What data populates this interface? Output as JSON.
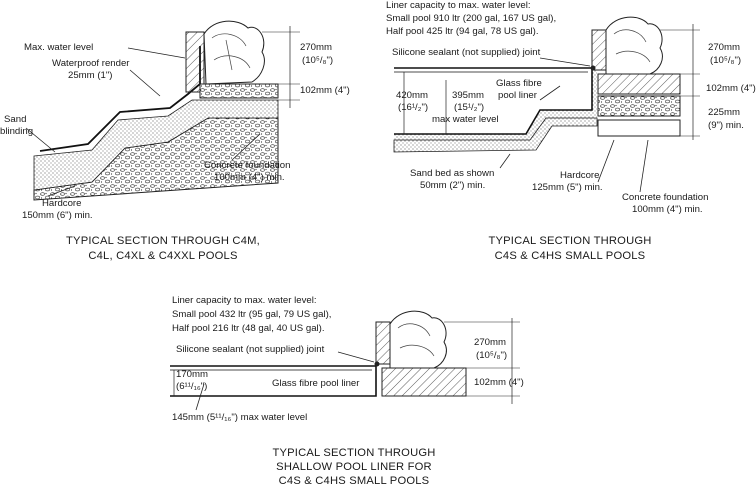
{
  "diagram_a": {
    "label_water_level": "Max. water level",
    "label_render_1": "Waterproof render",
    "label_render_2": "25mm (1\")",
    "label_sand_1": "Sand",
    "label_sand_2": "blinding",
    "label_hardcore_1": "Hardcore",
    "label_hardcore_2": "150mm (6\") min.",
    "label_foundation_1": "Concrete foundation",
    "label_foundation_2": "100mm (4\") min.",
    "dim_coping_mm": "270mm",
    "dim_coping_in": "(10⁵/₈\")",
    "dim_base": "102mm (4\")",
    "title_1": "TYPICAL SECTION THROUGH C4M,",
    "title_2": "C4L, C4XL & C4XXL POOLS"
  },
  "diagram_b": {
    "capacity_1": "Liner capacity to max. water level:",
    "capacity_2": "Small pool 910 ltr (200 gal, 167 US gal),",
    "capacity_3": "Half pool 425 ltr (94 gal, 78 US gal).",
    "label_sealant": "Silicone sealant (not supplied) joint",
    "label_liner_1": "Glass fibre",
    "label_liner_2": "pool liner",
    "dim_depth_mm": "420mm",
    "dim_depth_in": "(16¹/₂\")",
    "dim_water_mm": "395mm",
    "dim_water_in": "(15¹/₂\")",
    "label_water": "max water level",
    "label_sand_1": "Sand bed as shown",
    "label_sand_2": "50mm (2\") min.",
    "label_hardcore_1": "Hardcore",
    "label_hardcore_2": "125mm (5\") min.",
    "label_foundation_1": "Concrete foundation",
    "label_foundation_2": "100mm (4\") min.",
    "dim_coping_mm": "270mm",
    "dim_coping_in": "(10⁵/₈\")",
    "dim_base": "102mm (4\")",
    "dim_slab_mm": "225mm",
    "dim_slab_in": "(9\") min.",
    "title_1": "TYPICAL SECTION THROUGH",
    "title_2": "C4S & C4HS SMALL POOLS"
  },
  "diagram_c": {
    "capacity_1": "Liner capacity to max. water level:",
    "capacity_2": "Small pool 432 ltr (95 gal, 79 US gal),",
    "capacity_3": "Half pool 216 ltr (48 gal, 40 US gal).",
    "label_sealant": "Silicone sealant (not supplied) joint",
    "dim_depth_mm": "170mm",
    "dim_depth_in": "(6¹¹/₁₆\")",
    "label_liner": "Glass fibre pool liner",
    "label_water": "145mm (5¹¹/₁₆\") max water level",
    "dim_coping_mm": "270mm",
    "dim_coping_in": "(10⁵/₈\")",
    "dim_base": "102mm (4\")",
    "title_1": "TYPICAL SECTION THROUGH",
    "title_2": "SHALLOW POOL LINER FOR",
    "title_3": "C4S & C4HS SMALL POOLS"
  }
}
